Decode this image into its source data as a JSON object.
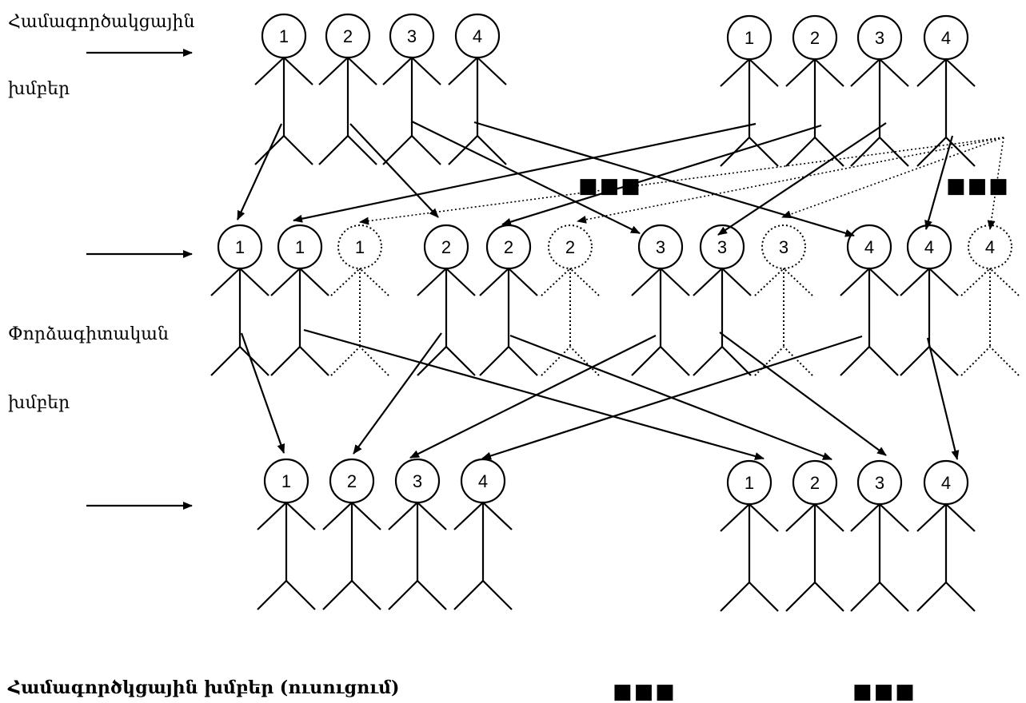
{
  "labels": {
    "home_groups_top": "Համագործակցային",
    "home_groups_top_2": "խմբեր",
    "expert_groups": "Փորձագիտական",
    "expert_groups_2": "խմբեր",
    "home_groups_bottom": "Համագործկցային  խմբեր   (ուսուցում)"
  },
  "ellipsis": "■■■",
  "home_group_numbers": [
    "1",
    "2",
    "3",
    "4"
  ],
  "expert_group_numbers": [
    "1",
    "2",
    "3",
    "4"
  ]
}
